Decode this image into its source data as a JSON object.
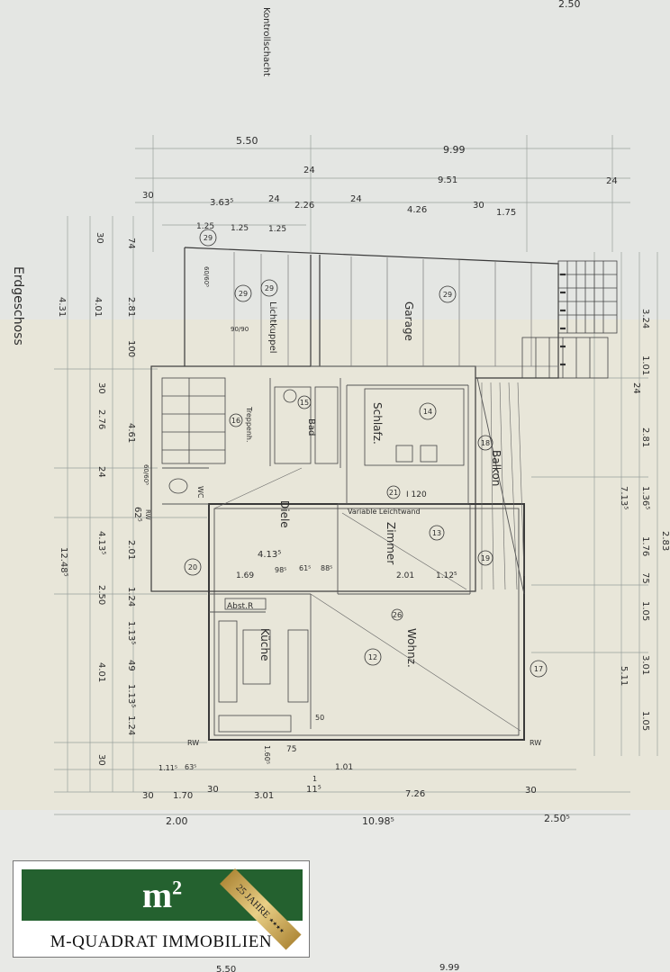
{
  "plan": {
    "floor_title": "Erdgeschoss",
    "rooms": {
      "garage": "Garage",
      "lichtkuppel": "Lichtkuppel",
      "bad": "Bad",
      "treppe": "Treppenh.",
      "schlaf": "Schlafz.",
      "balkon": "Balkon",
      "diele": "Diele",
      "zimmer": "Zimmer",
      "wohn": "Wohnz.",
      "kueche": "Küche",
      "abst": "Abst.R",
      "wc": "WC",
      "variable_wand": "Variable Leichtwand",
      "kontrollschacht": "Kontrollschacht"
    },
    "top_dims": {
      "d250": "2.50",
      "d550": "5.50",
      "d999": "9.99",
      "d24a": "24",
      "d951": "9.51",
      "d24b": "24",
      "d30a": "30",
      "d3635": "3.63⁵",
      "d24c": "24",
      "d226": "2.26",
      "d24d": "24",
      "d426": "4.26",
      "d30b": "30",
      "d175": "1.75",
      "d125a": "1.25",
      "d125b": "1.25",
      "d125c": "1.25"
    },
    "left_dims": {
      "d30": "30",
      "d74": "74",
      "d431": "4.31",
      "d401": "4.01",
      "d281": "2.81",
      "d100": "100",
      "d30b": "30",
      "d276": "2.76",
      "d461": "4.61",
      "d24": "24",
      "d625": "62⁵",
      "d201": "2.01",
      "d124": "1.24",
      "d4135": "4.13⁵",
      "d250": "2.50",
      "d12485": "12.48⁵",
      "d1135a": "1.13⁵",
      "d49": "49",
      "d1135b": "1.13⁵",
      "d401b": "4.01",
      "d124b": "1.24",
      "d30c": "30"
    },
    "right_dims": {
      "d324": "3.24",
      "d101": "1.01",
      "d24": "24",
      "d281": "2.81",
      "d1365": "1.36⁵",
      "d7135": "7.13⁵",
      "d176": "1.76",
      "d75": "75",
      "d105": "1.05",
      "d511": "5.11",
      "d301": "3.01",
      "d105b": "1.05",
      "d283": "2.83"
    },
    "inner_dims": {
      "diele_w": "4.13⁵",
      "d169": "1.69",
      "d985": "98⁵",
      "d615": "61⁵",
      "d885": "88⁵",
      "d201": "2.01",
      "d1125": "1.12⁵",
      "d120": "I 120",
      "d50": "50",
      "d75": "75",
      "d1605": "1.60⁵",
      "d101": "1.01",
      "d1115": "1.11⁵",
      "d635": "63⁵",
      "d1": "1",
      "d9090": "90/90",
      "d60605": "60/60⁵",
      "d60605b": "60/60⁵",
      "rw1": "RW",
      "rw2": "RW",
      "rw3": "RW"
    },
    "bottom_dims": {
      "d30a": "30",
      "d170": "1.70",
      "d30b": "30",
      "d301": "3.01",
      "d115": "11⁵",
      "d726": "7.26",
      "d30c": "30",
      "d200": "2.00",
      "d10985": "10.98⁵",
      "d2505": "2.50⁵",
      "d999": "9.99",
      "d550": "5.50"
    },
    "markers": [
      "29",
      "29",
      "29",
      "29",
      "15",
      "16",
      "14",
      "18",
      "21",
      "13",
      "19",
      "20",
      "26",
      "12",
      "17"
    ]
  },
  "logo": {
    "mark": "m",
    "mark_sup": "2",
    "company": "M-QUADRAT IMMOBILIEN",
    "badge_text": "25 JAHRE",
    "badge_stars": "★★★★"
  }
}
